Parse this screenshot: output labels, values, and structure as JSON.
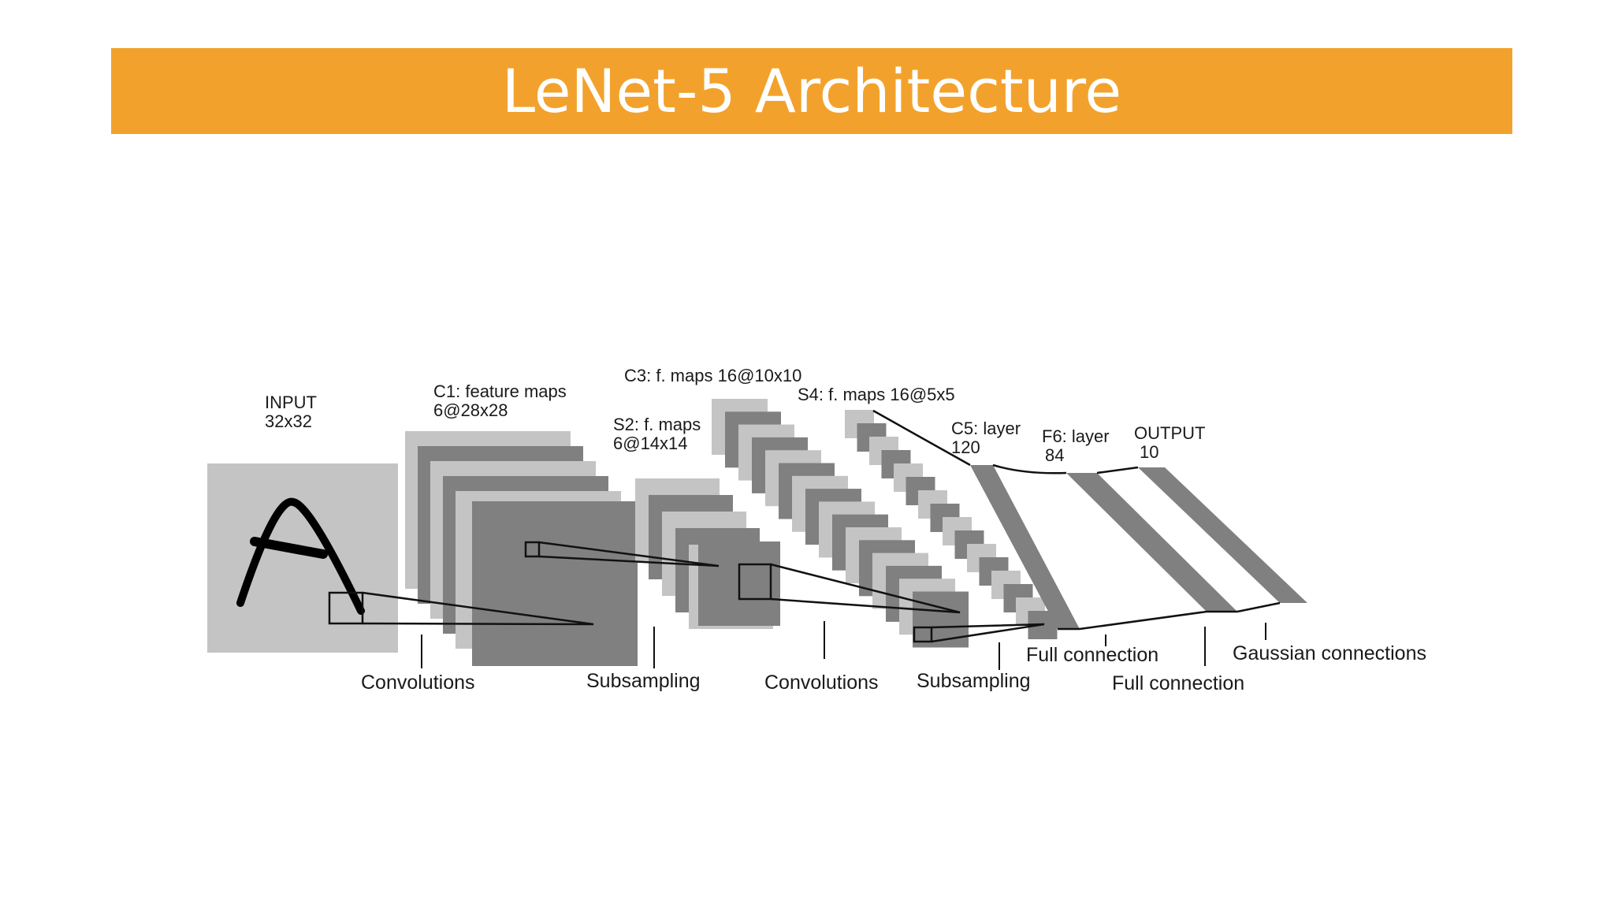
{
  "slide": {
    "title": "LeNet-5 Architecture"
  },
  "colors": {
    "title_bar": "#f2a22c",
    "title_text": "#ffffff",
    "input_plane": "#c4c4c4",
    "map_light": "#c4c4c4",
    "map_dark": "#808080",
    "line": "#111111"
  },
  "diagram": {
    "layers": {
      "input": {
        "name": "INPUT",
        "size": "32x32"
      },
      "c1": {
        "name": "C1: feature maps",
        "size": "6@28x28"
      },
      "s2": {
        "name": "S2: f. maps",
        "size": "6@14x14"
      },
      "c3": {
        "name": "C3: f. maps 16@10x10"
      },
      "s4": {
        "name": "S4: f. maps 16@5x5"
      },
      "c5": {
        "name": "C5: layer",
        "size": "120"
      },
      "f6": {
        "name": "F6: layer",
        "size": "84"
      },
      "output": {
        "name": "OUTPUT",
        "size": "10"
      }
    },
    "operations": {
      "op1": "Convolutions",
      "op2": "Subsampling",
      "op3": "Convolutions",
      "op4": "Subsampling",
      "op5": "Full connection",
      "op6": "Full connection",
      "op7": "Gaussian connections"
    },
    "input_glyph": "A"
  }
}
